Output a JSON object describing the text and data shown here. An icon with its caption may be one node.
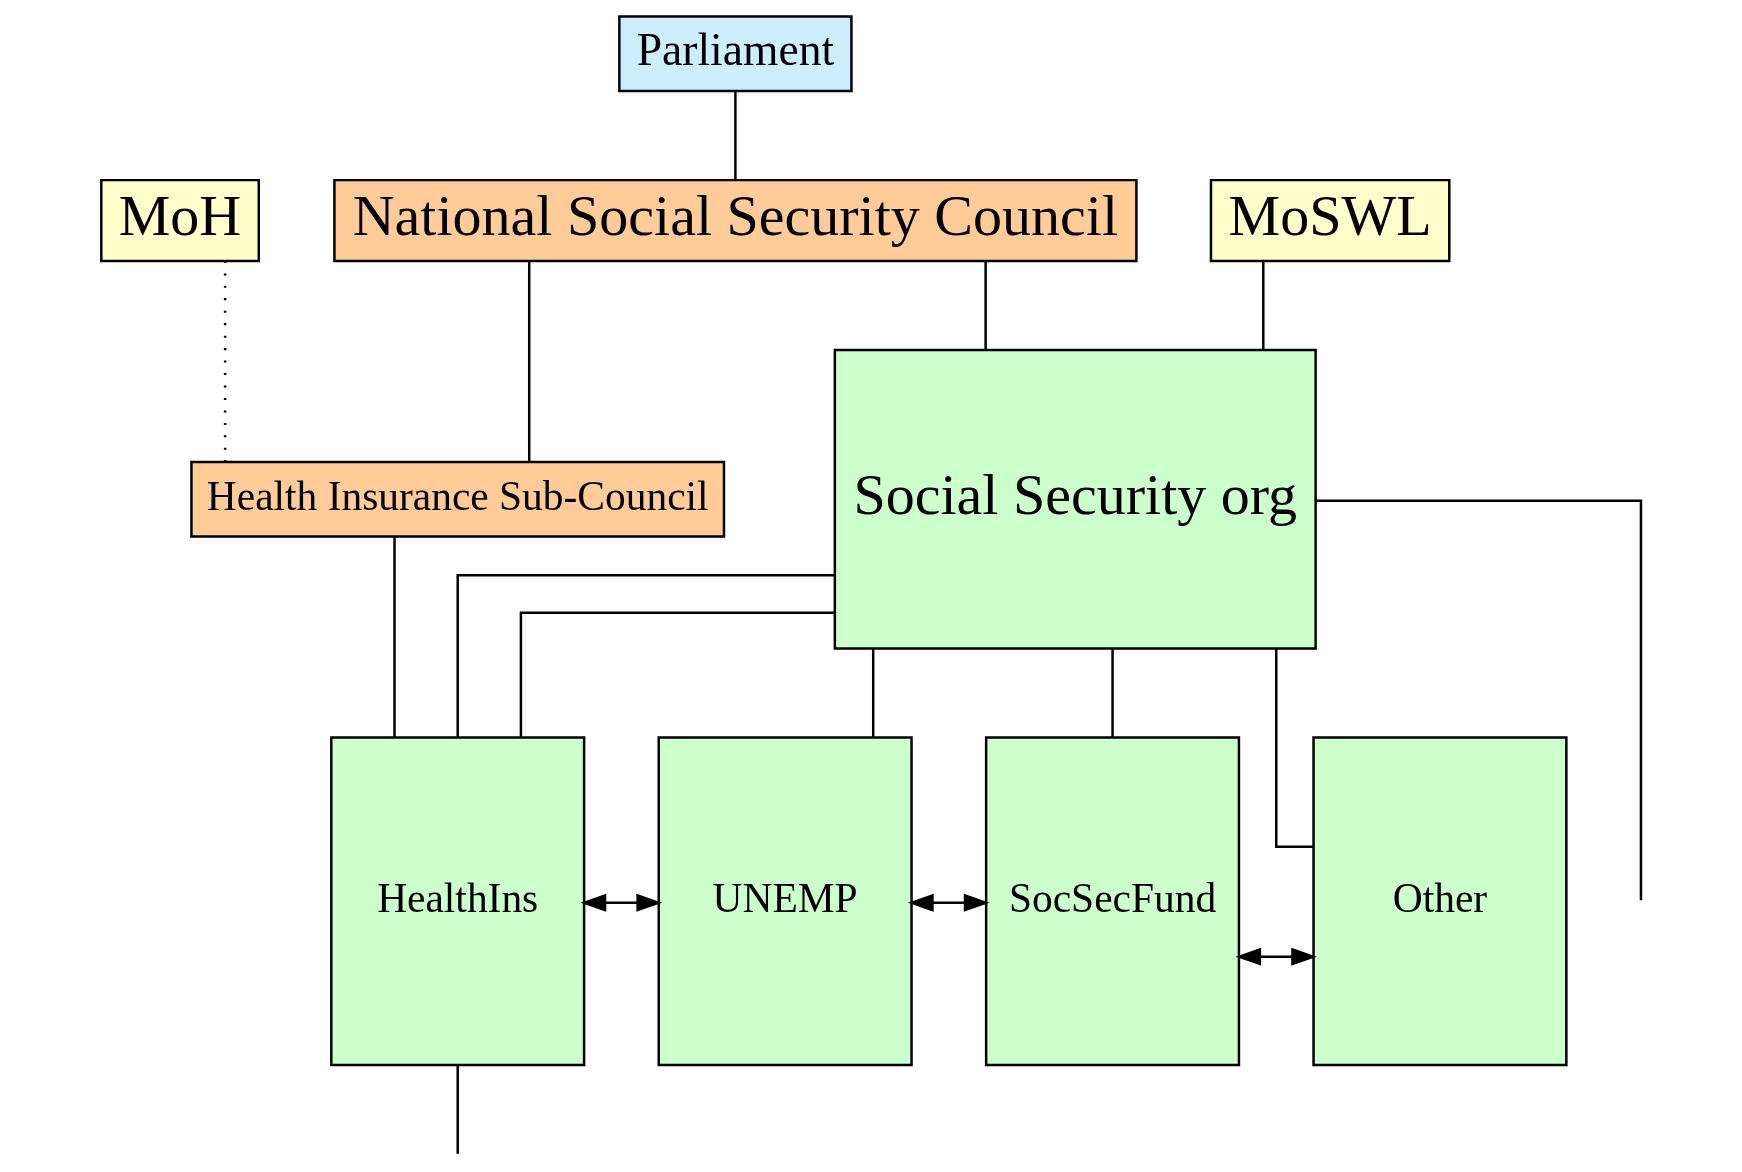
{
  "diagram": {
    "nodes": [
      {
        "text": [
          "Parliament"
        ]
      },
      {
        "text": [
          "MoH"
        ]
      },
      {
        "text": [
          "National Social Security Council"
        ]
      },
      {
        "text": [
          "MoSWL"
        ]
      },
      {
        "text": [
          "Health Insurance Sub-Council"
        ]
      },
      {
        "text": [
          "Social Security org"
        ]
      },
      {
        "text": [
          "HealthIns"
        ]
      },
      {
        "text": [
          "UNEMP"
        ]
      },
      {
        "text": [
          "SocSecFund"
        ]
      },
      {
        "text": [
          "Other"
        ]
      }
    ],
    "edges": [
      {
        "from": 0,
        "to": 2,
        "arrow": "none"
      },
      {
        "from": 1,
        "to": 4,
        "arrow": "none",
        "style": "dashed"
      },
      {
        "from": 2,
        "to": 4,
        "arrow": "none"
      },
      {
        "from": 2,
        "to": 5,
        "arrow": "none"
      },
      {
        "from": 3,
        "to": 5,
        "arrow": "none"
      },
      {
        "from": 4,
        "to": 6,
        "arrow": "none"
      },
      {
        "from": 5,
        "to": 6,
        "arrow": "none"
      },
      {
        "from": 5,
        "to": 6,
        "arrow": "none"
      },
      {
        "from": 5,
        "to": 7,
        "arrow": "none"
      },
      {
        "from": 5,
        "to": 8,
        "arrow": "none"
      },
      {
        "from": 5,
        "to": 9,
        "arrow": "none"
      },
      {
        "from": 6,
        "to": 7,
        "arrow": "both"
      },
      {
        "from": 7,
        "to": 8,
        "arrow": "both"
      },
      {
        "from": 8,
        "to": 9,
        "arrow": "both"
      },
      {
        "from": 6,
        "to": null,
        "arrow": "none"
      },
      {
        "from": 5,
        "to": null,
        "arrow": "none"
      }
    ]
  }
}
